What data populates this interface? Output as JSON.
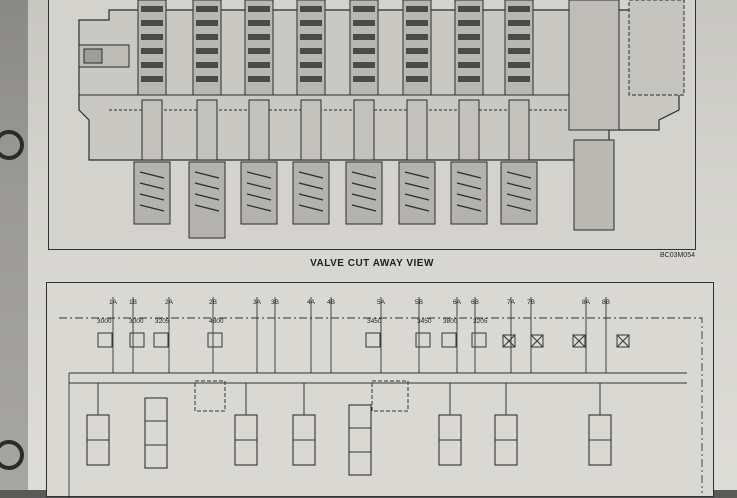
{
  "figure": {
    "caption": "VALVE CUT AWAY VIEW",
    "code": "BC03M054"
  },
  "schematic": {
    "ports": [
      "1A",
      "1B",
      "2A",
      "2B",
      "3A",
      "3B",
      "4A",
      "4B",
      "5A",
      "5B",
      "6A",
      "6B",
      "7A",
      "7B",
      "8A",
      "8B"
    ],
    "pressures": [
      "3000",
      "3000",
      "3205",
      "4800",
      "3450",
      "3450",
      "3800",
      "3205"
    ]
  }
}
